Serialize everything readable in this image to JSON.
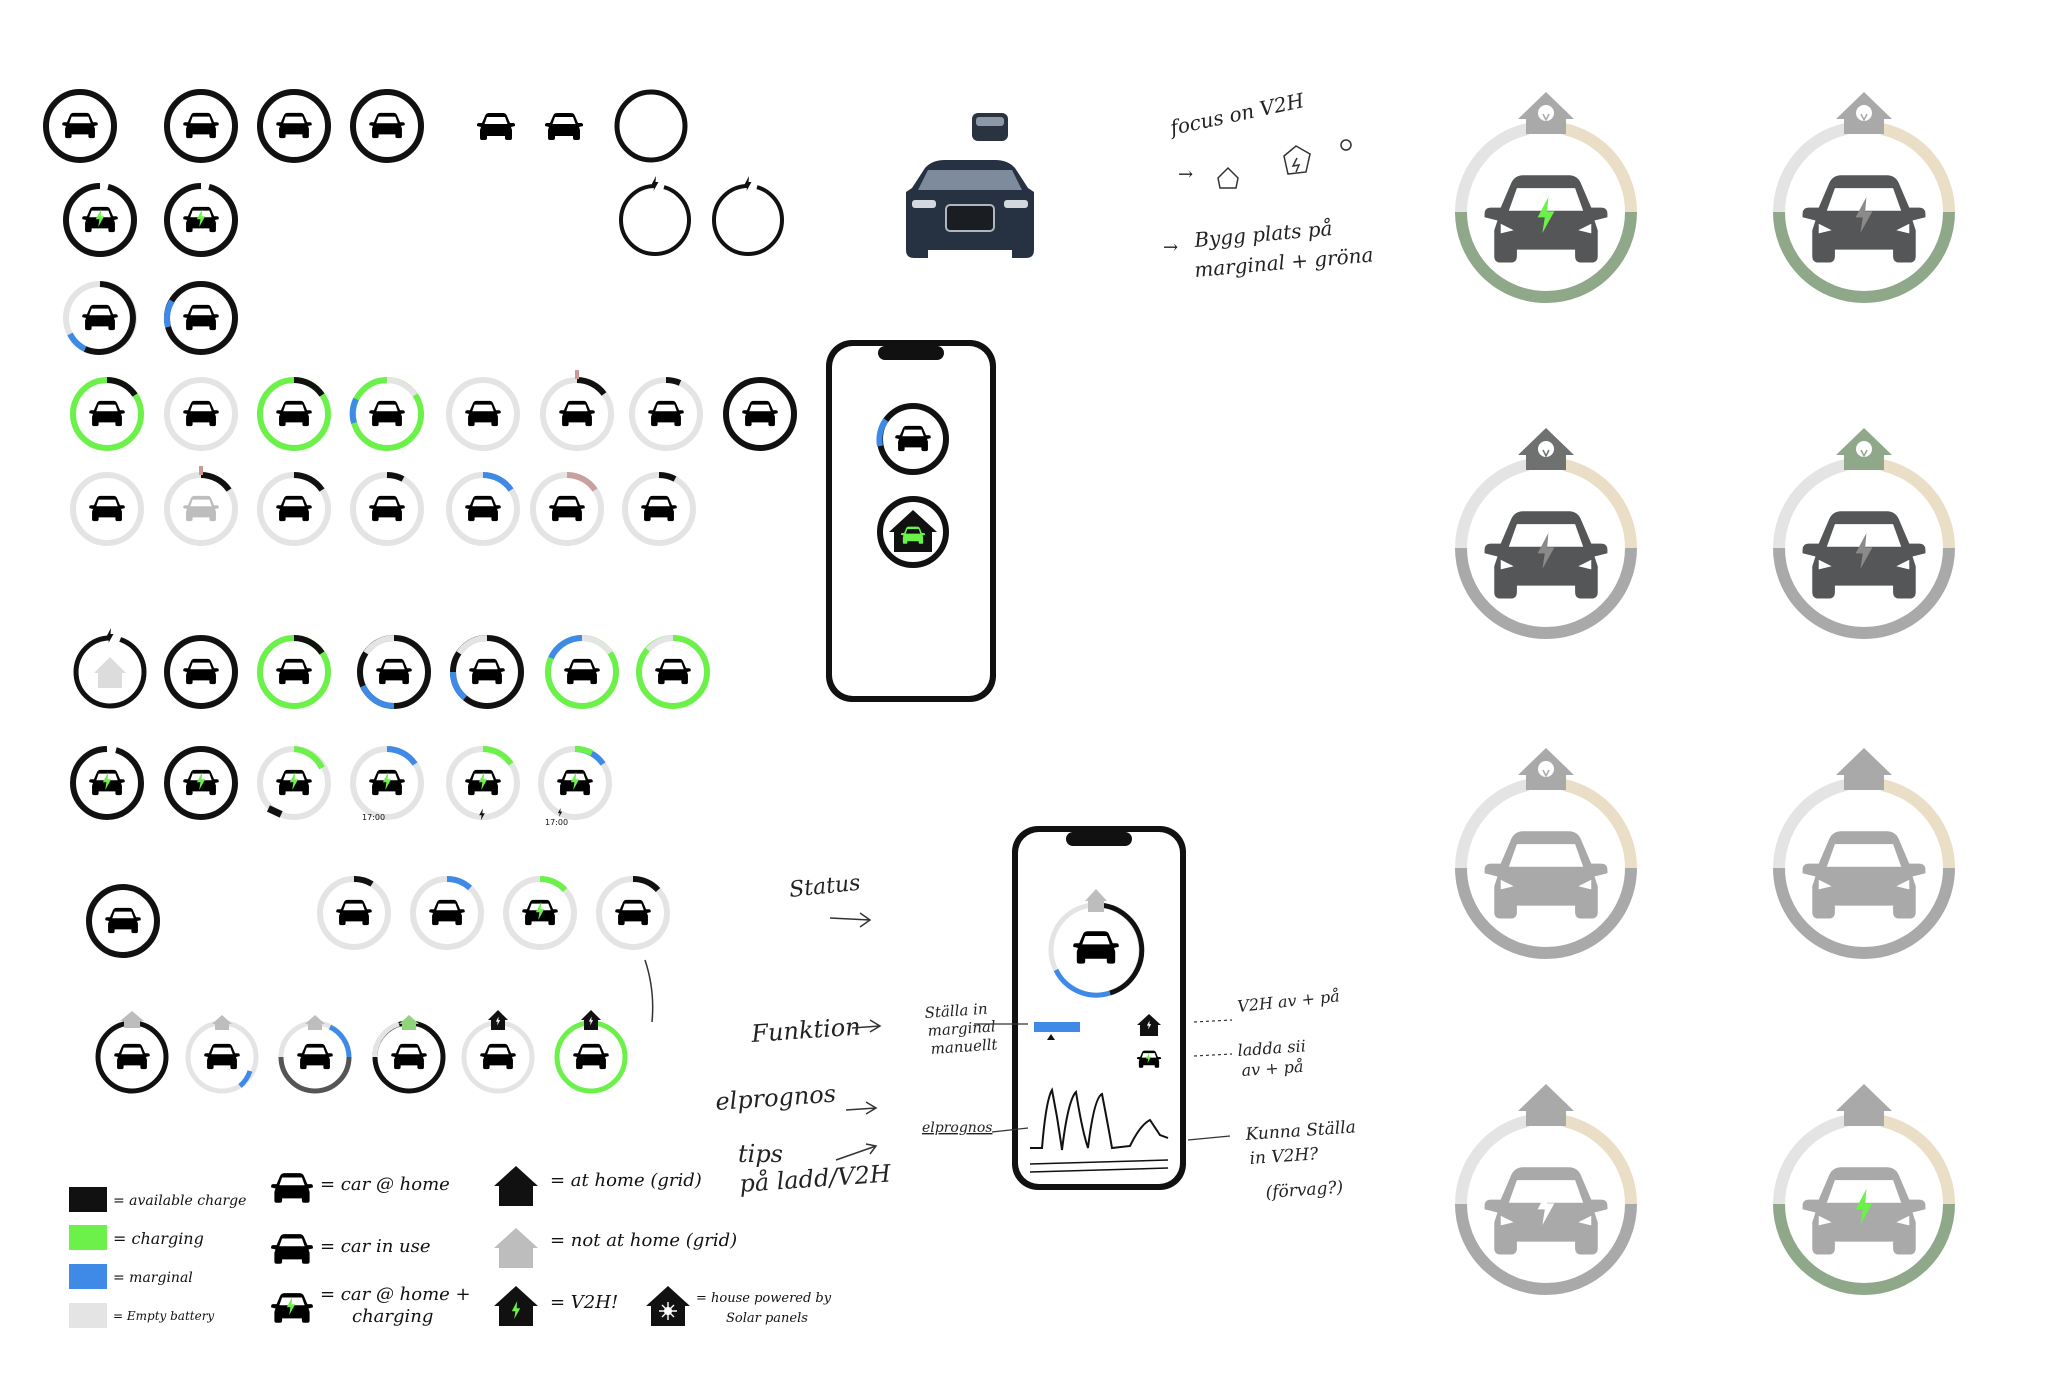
{
  "notes": {
    "focus_line": "focus on V2H",
    "bygg_line1": "Bygg plats på",
    "bygg_line2": "marginal + gröna",
    "status": "Status",
    "funktion": "Funktion",
    "elprognos": "elprognos",
    "tips_line1": "tips",
    "tips_line2": "på ladd/V2H",
    "stalla_line1": "Ställa in",
    "stalla_line2": "marginal",
    "stalla_line3": "manuellt",
    "elprognos_small": "elprognos",
    "v2h_onoff": "V2H av + på",
    "ladda_line1": "ladda sii",
    "ladda_line2": "av + på",
    "kunna_line1": "Kunna Ställa",
    "kunna_line2": "in V2H?",
    "kunna_line3": "(förvag?)"
  },
  "legend": {
    "available": "= available charge",
    "charging": "= charging",
    "marginal": "= marginal",
    "empty": "= Empty battery",
    "car_home": "= car @ home",
    "car_use": "= car in use",
    "car_home_charging_1": "= car @ home +",
    "car_home_charging_2": "charging",
    "at_home": "= at home (grid)",
    "not_home": "= not at home (grid)",
    "v2h": "= V2H!",
    "solar_1": "= house powered by",
    "solar_2": "Solar panels"
  },
  "times": {
    "t1": "17:00",
    "t2": "17:00"
  },
  "colors": {
    "black": "#111111",
    "green": "#6cf04a",
    "blue": "#3f8ae6",
    "gray": "#e4e4e4",
    "sage": "#8fa88a",
    "beige": "#eadfc6",
    "midgray": "#a9a9a9",
    "dark": "#555657"
  }
}
